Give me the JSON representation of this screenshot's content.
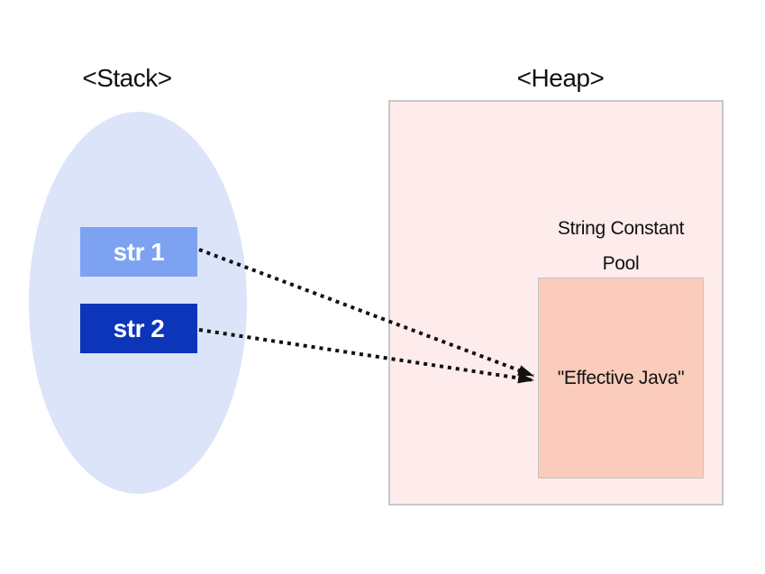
{
  "diagram": {
    "stack": {
      "title": "<Stack>",
      "frames": [
        {
          "label": "str 1"
        },
        {
          "label": "str 2"
        }
      ]
    },
    "heap": {
      "title": "<Heap>",
      "pool_label": "String Constant Pool",
      "pool_value": "\"Effective Java\""
    },
    "arrows": [
      {
        "name": "str1-to-pool",
        "from": "str 1",
        "to": "\"Effective Java\""
      },
      {
        "name": "str2-to-pool",
        "from": "str 2",
        "to": "\"Effective Java\""
      }
    ],
    "colors": {
      "stack_ellipse": "#DBE4F9",
      "str1_box": "#7DA2F1",
      "str2_box": "#0C35BA",
      "heap_fill": "#FDECEB",
      "heap_border": "#C8C8C8",
      "pool_fill": "#FBCBBC",
      "pool_border": "#C4C4C4",
      "arrow": "#111111",
      "text": "#111111"
    }
  }
}
